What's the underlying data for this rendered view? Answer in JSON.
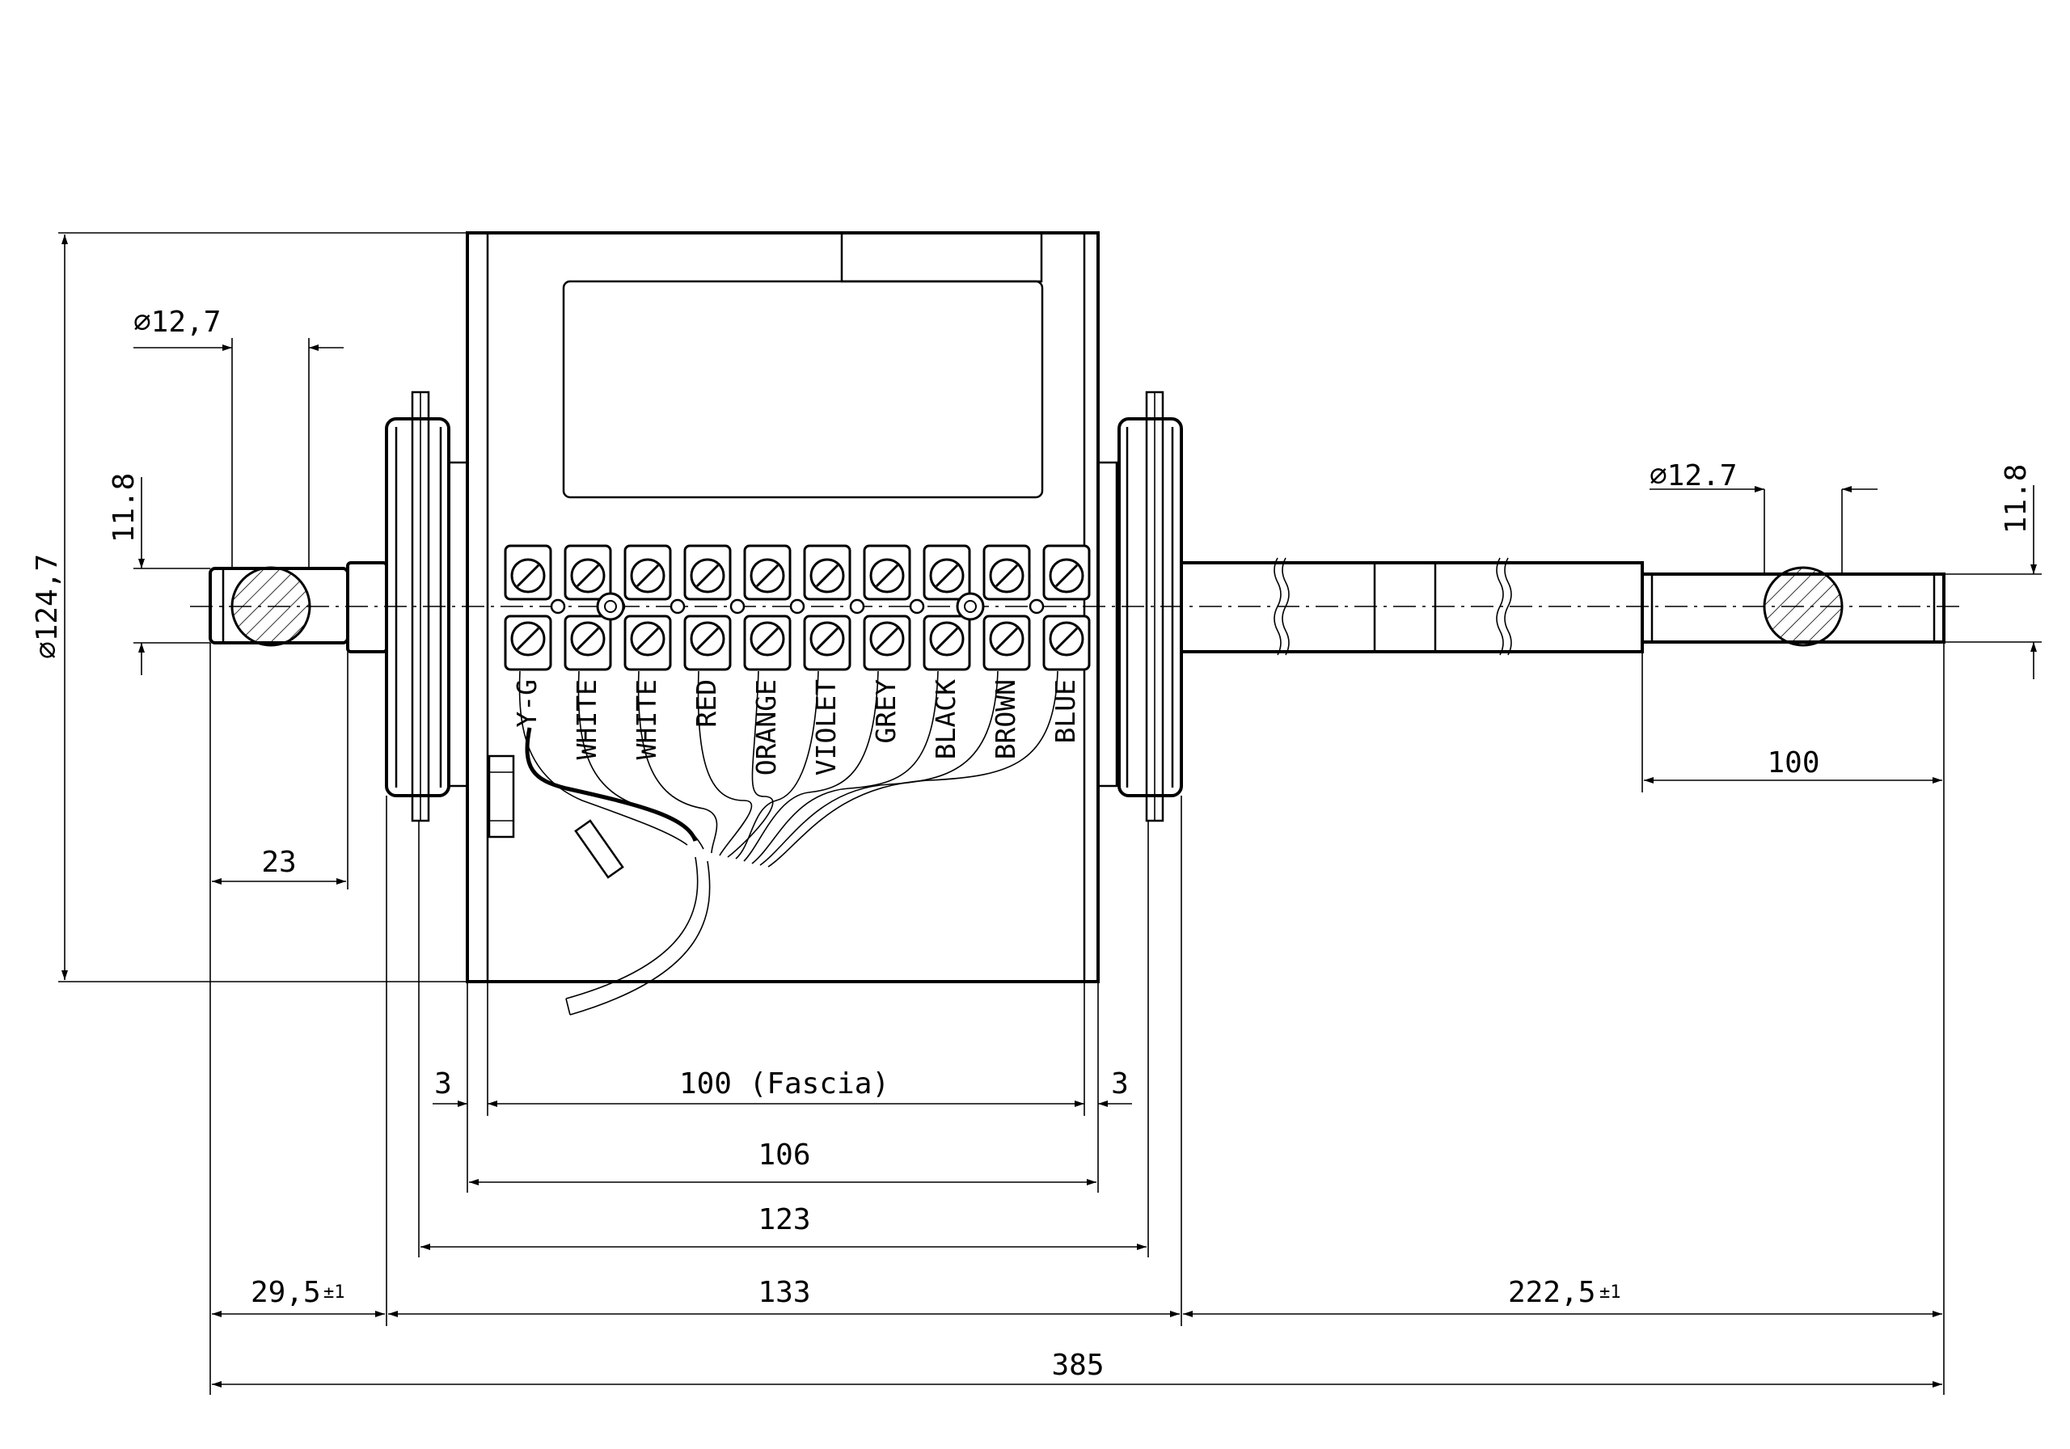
{
  "dimensions": {
    "dia_left": "∅12,7",
    "dia_right": "∅12.7",
    "flat_left": "11.8",
    "flat_right": "11.8",
    "overall_diameter": "∅124,7",
    "shaft_left_len": "23",
    "shaft_right_len": "100",
    "gap_left": "3",
    "gap_right": "3",
    "fascia": "100 (Fascia)",
    "body_106": "106",
    "body_123": "123",
    "body_133": "133",
    "left_ext": "29,5",
    "left_ext_tol": "±1",
    "right_ext": "222,5",
    "right_ext_tol": "±1",
    "overall_length": "385"
  },
  "wires": [
    "Y-G",
    "WHITE",
    "WHITE",
    "RED",
    "ORANGE",
    "VIOLET",
    "GREY",
    "BLACK",
    "BROWN",
    "BLUE"
  ]
}
